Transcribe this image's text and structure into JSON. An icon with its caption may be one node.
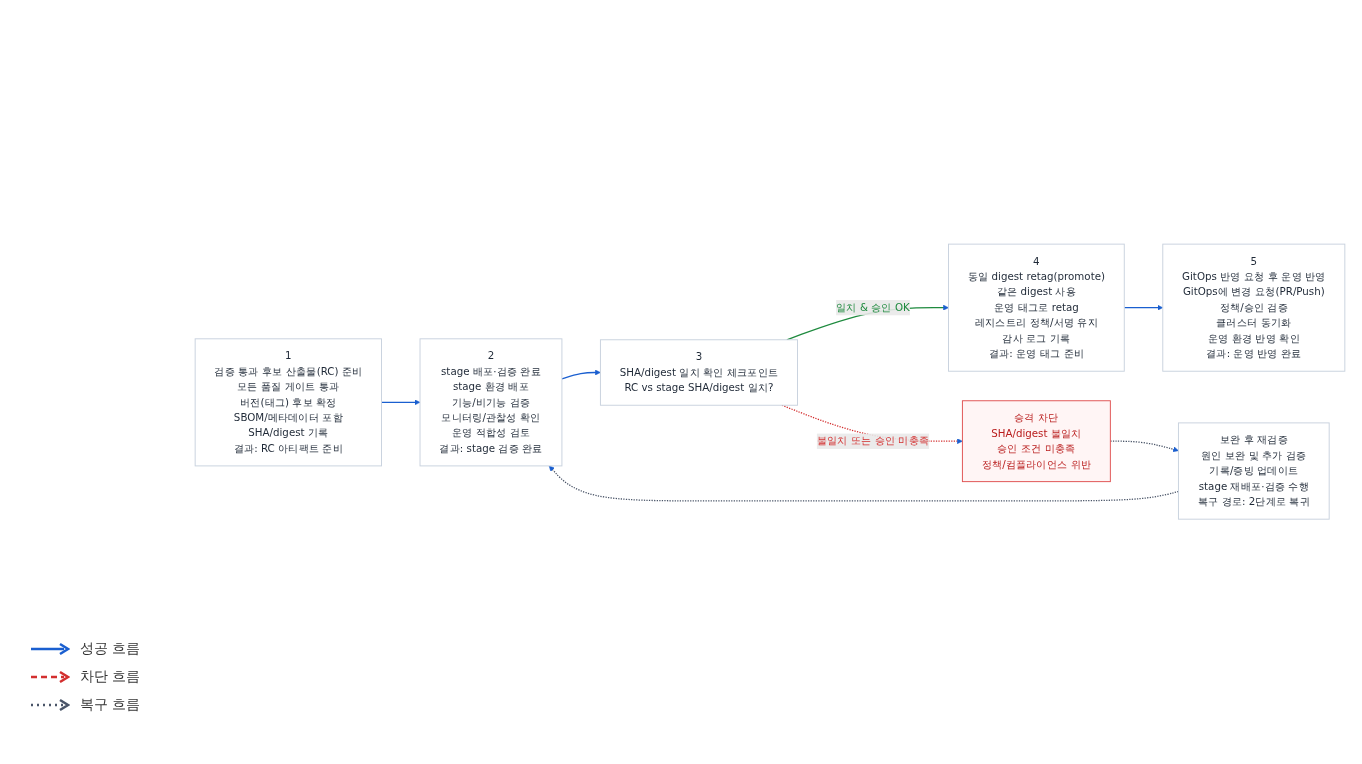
{
  "diagram": {
    "nodes": [
      {
        "text": [
          "1",
          "검증 통과 후보 산출물(RC) 준비",
          "모든 품질 게이트 통과",
          "버전(태그) 후보 확정",
          "SBOM/메타데이터 포함",
          "SHA/digest 기록",
          "결과: RC 아티팩트 준비"
        ]
      },
      {
        "text": [
          "2",
          "stage 배포·검증 완료",
          "stage 환경 배포",
          "기능/비기능 검증",
          "모니터링/관찰성 확인",
          "운영 적합성 검토",
          "결과: stage 검증 완료"
        ]
      },
      {
        "text": [
          "3",
          "SHA/digest 일치 확인 체크포인트",
          "RC vs stage SHA/digest 일치?"
        ]
      },
      {
        "text": [
          "4",
          "동일 digest retag(promote)",
          "같은 digest 사용",
          "운영 태그로 retag",
          "레지스트리 정책/서명 유지",
          "감사 로그 기록",
          "결과: 운영 태그 준비"
        ]
      },
      {
        "text": [
          "5",
          "GitOps 반영 요청 후 운영 반영",
          "GitOps에 변경 요청(PR/Push)",
          "정책/승인 검증",
          "클러스터 동기화",
          "운영 환경 반영 확인",
          "결과: 운영 반영 완료"
        ]
      },
      {
        "text": [
          "보완 후 재검증",
          "원인 보완 및 추가 검증",
          "기록/증빙 업데이트",
          "stage 재배포·검증 수행",
          "복구 경로: 2단계로 복귀"
        ]
      },
      {
        "text": [
          "승격 차단",
          "SHA/digest 불일치",
          "승인 조건 미충족",
          "정책/컴플라이언스 위반"
        ]
      }
    ],
    "edges": [
      {
        "from": 0,
        "to": 1,
        "arrow": "to"
      },
      {
        "from": 1,
        "to": 2,
        "arrow": "to"
      },
      {
        "from": 2,
        "to": 3,
        "arrow": "to",
        "label": "일치 & 승인 OK",
        "color": "#1e8a3e"
      },
      {
        "from": 3,
        "to": 4,
        "arrow": "to"
      },
      {
        "from": 2,
        "to": 6,
        "arrow": "to",
        "label": "불일치 또는 승인 미충족",
        "style": "dashed",
        "color": "#d32f2f"
      },
      {
        "from": 6,
        "to": 5,
        "arrow": "to",
        "style": "dashed",
        "color": "#4a5568"
      },
      {
        "from": 5,
        "to": 1,
        "arrow": "to",
        "style": "dashed",
        "color": "#4a5568"
      }
    ],
    "legend": [
      {
        "text": "성공 흐름"
      },
      {
        "text": "차단 흐름"
      },
      {
        "text": "복구 흐름"
      }
    ]
  }
}
